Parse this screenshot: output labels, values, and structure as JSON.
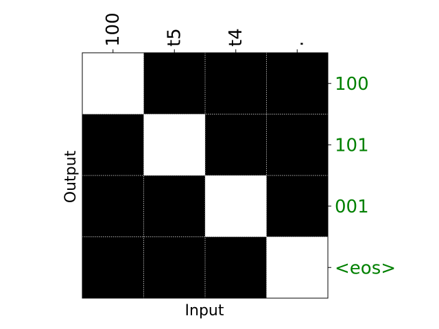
{
  "chart_data": {
    "type": "heatmap",
    "x_tick_labels": [
      "100",
      "t5",
      "t4",
      "."
    ],
    "y_tick_labels": [
      "100",
      "101",
      "001",
      "<eos>"
    ],
    "xlabel": "Input",
    "ylabel": "Output",
    "values": [
      [
        1,
        0,
        0,
        0
      ],
      [
        0,
        1,
        0,
        0
      ],
      [
        0,
        0,
        1,
        0
      ],
      [
        0,
        0,
        0,
        1
      ]
    ],
    "value_range": [
      0,
      1
    ],
    "colormap": {
      "low": "#000000",
      "high": "#ffffff"
    },
    "y_tick_label_color": "#008000",
    "grid": true,
    "grid_style": "dotted",
    "x_tick_position": "top",
    "y_tick_position": "right"
  }
}
